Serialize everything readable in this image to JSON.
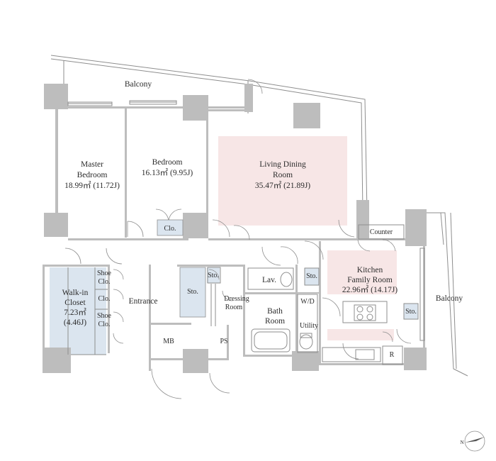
{
  "rooms": {
    "balcony_top": "Balcony",
    "balcony_right": "Balcony",
    "master_bedroom": [
      "Master",
      "Bedroom",
      "18.99㎡ (11.72J)"
    ],
    "bedroom": [
      "Bedroom",
      "16.13㎡ (9.95J)"
    ],
    "living_dining": [
      "Living Dining",
      "Room",
      "35.47㎡ (21.89J)"
    ],
    "kitchen_family": [
      "Kitchen",
      "Family Room",
      "22.96㎡ (14.17J)"
    ],
    "walk_in_closet": [
      "Walk-in",
      "Closet",
      "7.23㎡",
      "(4.46J)"
    ],
    "entrance": "Entrance",
    "dressing_room": [
      "Dressing",
      "Room"
    ],
    "bath_room": [
      "Bath",
      "Room"
    ],
    "lav": "Lav.",
    "wd": "W/D",
    "utility": "Utility",
    "counter": "Counter",
    "mb": "MB",
    "ps": "PS",
    "r": "R",
    "clo_bedroom": "Clo.",
    "sto_entrance": "Sto.",
    "sto_hall": "Sto.",
    "sto_toilet": "Sto.",
    "sto_kitchen": "Sto.",
    "shoe_clo_top": [
      "Shoe",
      "Clo."
    ],
    "clo_mid": "Clo.",
    "shoe_clo_bottom": [
      "Shoe",
      "Clo."
    ]
  },
  "compass": {
    "label": "N"
  },
  "colors": {
    "living_fill": "#f7e6e6",
    "kitchen_fill": "#f7e6e6",
    "closet_fill": "#dbe5ef",
    "wall": "#bdbdbd",
    "line": "#8e8e8e"
  }
}
